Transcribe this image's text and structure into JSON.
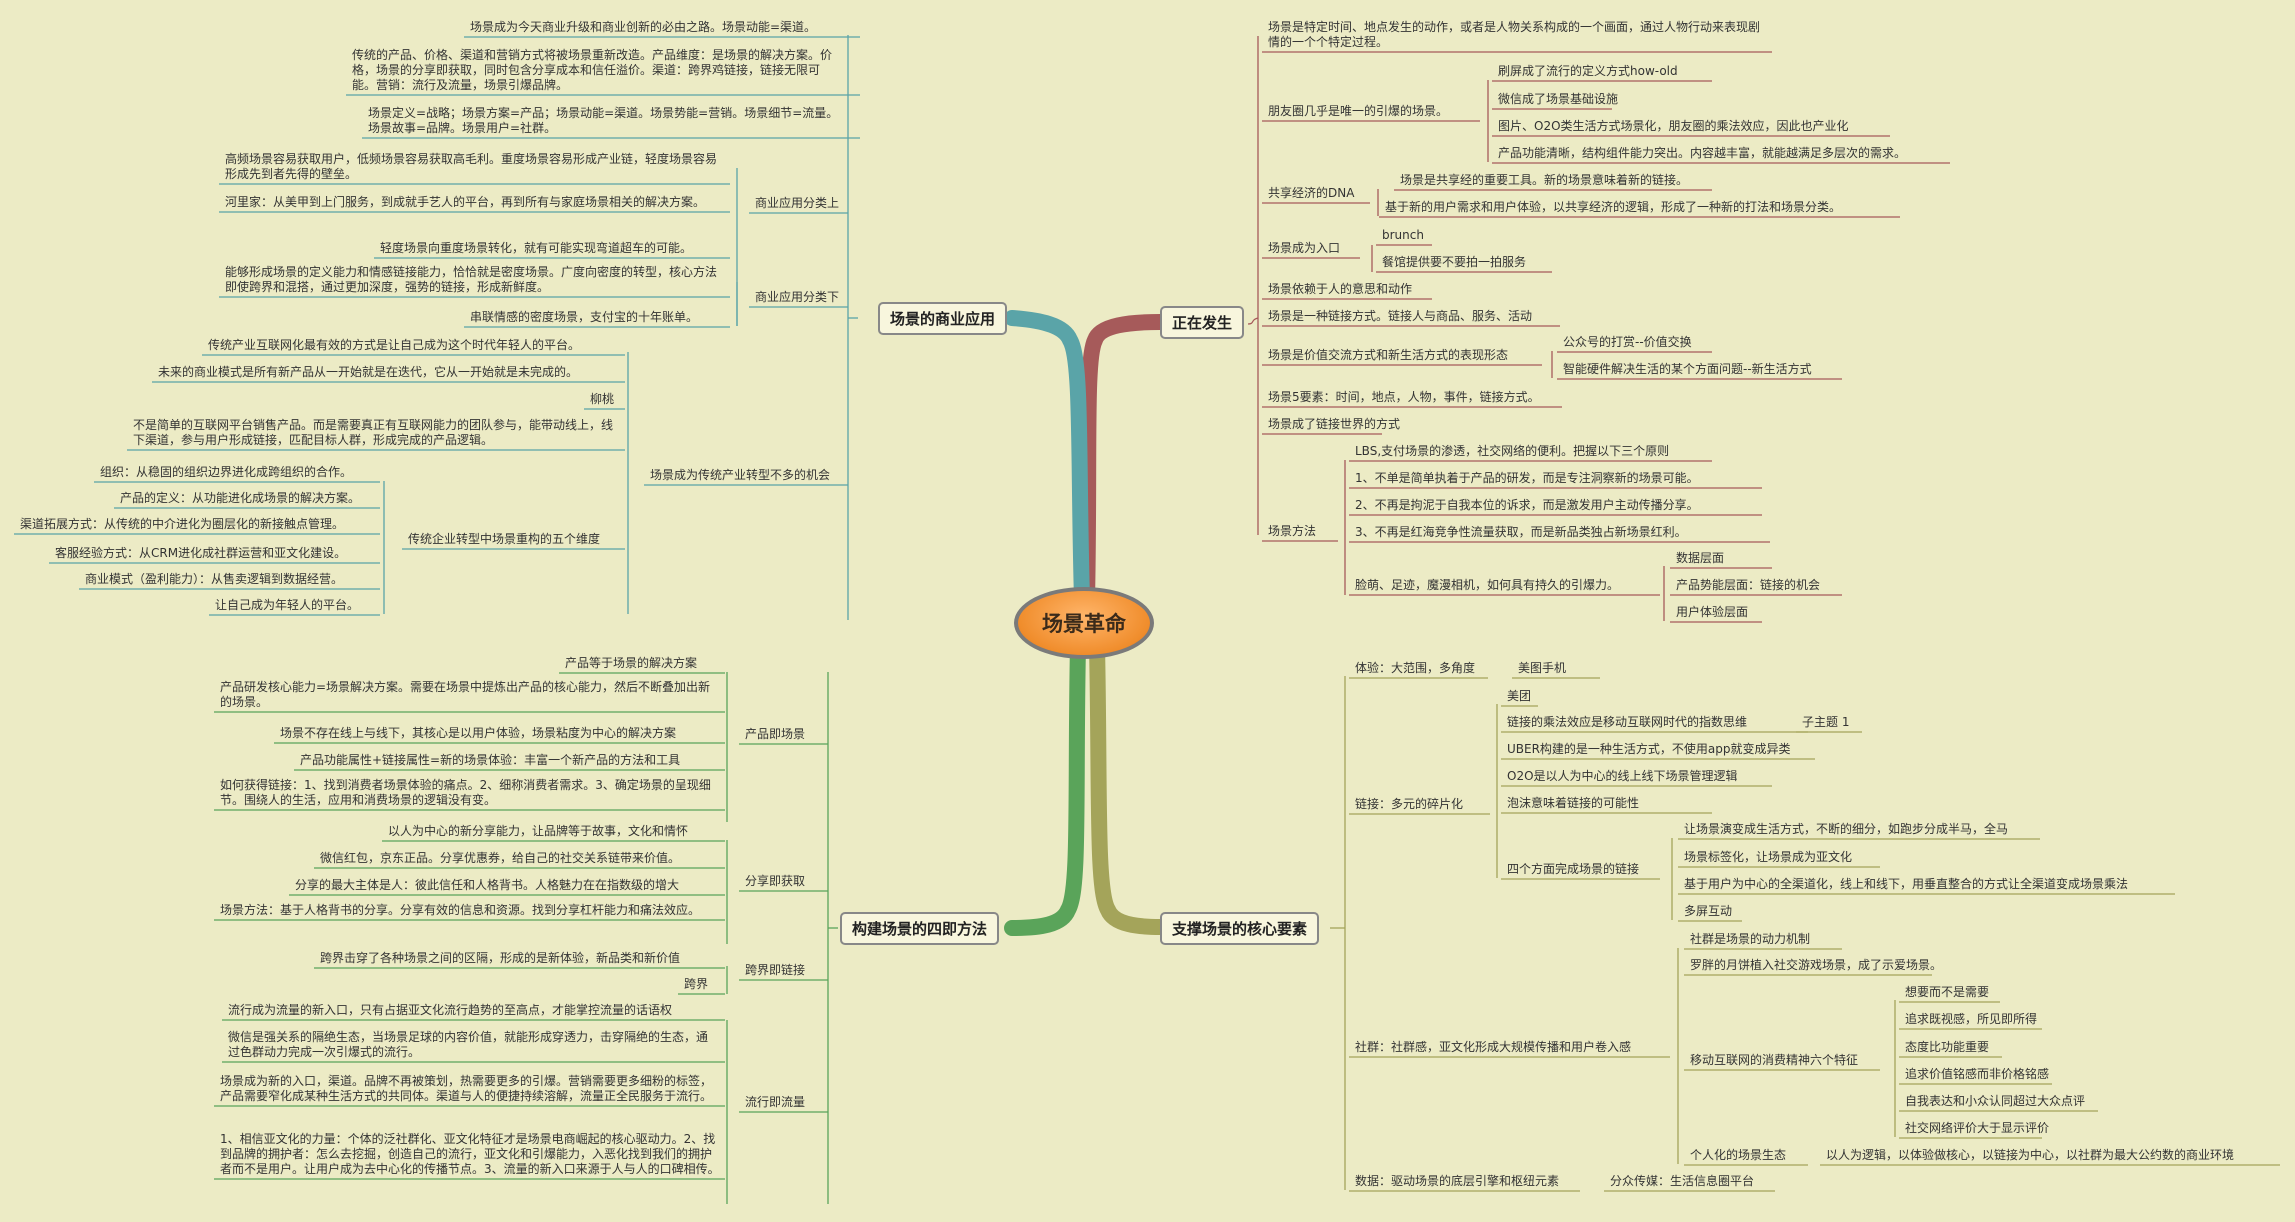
{
  "center": "场景革命",
  "colors": {
    "top_right": "#a65a5a",
    "bottom_right": "#a4a45a",
    "top_left": "#5aa4a8",
    "bottom_left": "#5aa45a",
    "background": "#ecebc5"
  },
  "branches": {
    "b1": "场景的商业应用",
    "b2": "正在发生",
    "b3": "构建场景的四即方法",
    "b4": "支撑场景的核心要素"
  },
  "tr": {
    "n1": "场景是特定时间、地点发生的动作，或者是人物关系构成的一个画面，通过人物行动来表现剧情的一个个特定过程。",
    "n2": "朋友圈几乎是唯一的引爆的场景。",
    "n2a": "刷屏成了流行的定义方式how-old",
    "n2b": "微信成了场景基础设施",
    "n2c": "图片、O2O类生活方式场景化，朋友圈的乘法效应，因此也产业化",
    "n2d": "产品功能清晰，结构组件能力突出。内容越丰富，就能越满足多层次的需求。",
    "n3": "共享经济的DNA",
    "n3a": "场景是共享经的重要工具。新的场景意味着新的链接。",
    "n3b": "基于新的用户需求和用户体验，以共享经济的逻辑，形成了一种新的打法和场景分类。",
    "n4": "场景成为入口",
    "n4a": "brunch",
    "n4b": "餐馆提供要不要拍一拍服务",
    "n5": "场景依赖于人的意思和动作",
    "n6": "场景是一种链接方式。链接人与商品、服务、活动",
    "n7": "场景是价值交流方式和新生活方式的表现形态",
    "n7a": "公众号的打赏--价值交换",
    "n7b": "智能硬件解决生活的某个方面问题--新生活方式",
    "n8": "场景5要素：时间，地点，人物，事件，链接方式。",
    "n9": "场景成了链接世界的方式",
    "n10": "场景方法",
    "n10a": "LBS,支付场景的渗透，社交网络的便利。把握以下三个原则",
    "n10b": "1、不单是简单执着于产品的研发，而是专注洞察新的场景可能。",
    "n10c": "2、不再是拘泥于自我本位的诉求，而是激发用户主动传播分享。",
    "n10d": "3、不再是红海竞争性流量获取，而是新品类独占新场景红利。",
    "n10e": "脸萌、足迹，魔漫相机，如何具有持久的引爆力。",
    "n10e1": "数据层面",
    "n10e2": "产品势能层面：链接的机会",
    "n10e3": "用户体验层面"
  },
  "tl": {
    "m1": "场景成为今天商业升级和商业创新的必由之路。场景动能=渠道。",
    "m2": "传统的产品、价格、渠道和营销方式将被场景重新改造。产品维度：是场景的解决方案。价格，场景的分享即获取，同时包含分享成本和信任溢价。渠道：跨界鸡链接，链接无限可能。营销：流行及流量，场景引爆品牌。",
    "m3": "场景定义=战略；场景方案=产品；场景动能=渠道。场景势能=营销。场景细节=流量。场景故事=品牌。场景用户=社群。",
    "m4": "高频场景容易获取用户，低频场景容易获取高毛利。重度场景容易形成产业链，轻度场景容易形成先到者先得的壁垒。",
    "m5": "河里家：从美甲到上门服务，到成就手艺人的平台，再到所有与家庭场景相关的解决方案。",
    "m6": "轻度场景向重度场景转化，就有可能实现弯道超车的可能。",
    "m7": "商业应用分类上",
    "m8": "能够形成场景的定义能力和情感链接能力，恰恰就是密度场景。广度向密度的转型，核心方法即使跨界和混搭，通过更加深度，强势的链接，形成新鲜度。",
    "m9": "串联情感的密度场景，支付宝的十年账单。",
    "m10": "商业应用分类下",
    "m11": "传统产业互联网化最有效的方式是让自己成为这个时代年轻人的平台。",
    "m12": "未来的商业模式是所有新产品从一开始就是在迭代，它从一开始就是未完成的。",
    "m13": "柳桃",
    "m14": "不是简单的互联网平台销售产品。而是需要真正有互联网能力的团队参与，能带动线上，线下渠道，参与用户形成链接，匹配目标人群，形成完成的产品逻辑。",
    "m15": "场景成为传统产业转型不多的机会",
    "m16": "组织：从稳固的组织边界进化成跨组织的合作。",
    "m17": "产品的定义：从功能进化成场景的解决方案。",
    "m18": "渠道拓展方式：从传统的中介进化为圈层化的新接触点管理。",
    "m19": "客服经验方式：从CRM进化成社群运营和亚文化建设。",
    "m20": "商业模式（盈利能力）：从售卖逻辑到数据经营。",
    "m21": "让自己成为年轻人的平台。",
    "m22": "传统企业转型中场景重构的五个维度"
  },
  "bl": {
    "p1": "产品等于场景的解决方案",
    "p2": "产品研发核心能力=场景解决方案。需要在场景中提炼出产品的核心能力，然后不断叠加出新的场景。",
    "p3": "场景不存在线上与线下，其核心是以用户体验，场景粘度为中心的解决方案",
    "p4": "产品功能属性+链接属性=新的场景体验：丰富一个新产品的方法和工具",
    "p5": "如何获得链接：1、找到消费者场景体验的痛点。2、细称消费者需求。3、确定场景的呈现细节。围绕人的生活，应用和消费场景的逻辑没有变。",
    "p6": "产品即场景",
    "q1": "以人为中心的新分享能力，让品牌等于故事，文化和情怀",
    "q2": "微信红包，京东正品。分享优惠券，给自己的社交关系链带来价值。",
    "q3": "分享的最大主体是人：彼此信任和人格背书。人格魅力在在指数级的增大",
    "q4": "场景方法：基于人格背书的分享。分享有效的信息和资源。找到分享杠杆能力和痛法效应。",
    "q5": "分享即获取",
    "r1": "跨界击穿了各种场景之间的区隔，形成的是新体验，新品类和新价值",
    "r2": "跨界",
    "r3": "跨界即链接",
    "s1": "流行成为流量的新入口，只有占据亚文化流行趋势的至高点，才能掌控流量的话语权",
    "s2": "微信是强关系的隔绝生态，当场景足球的内容价值，就能形成穿透力，击穿隔绝的生态，通过色群动力完成一次引爆式的流行。",
    "s3": "场景成为新的入口，渠道。品牌不再被策划，热需要更多的引爆。营销需要更多细粉的标签，产品需要窄化成某种生活方式的共同体。渠道与人的便捷持续溶解，流量正全民服务于流行。",
    "s4": "1、相信亚文化的力量：个体的泛社群化、亚文化特征才是场景电商崛起的核心驱动力。2、找到品牌的拥护者：怎么去挖掘，创造自己的流行，亚文化和引爆能力，入恶化找到我们的拥护者而不是用户。让用户成为去中心化的传播节点。3、流量的新入口来源于人与人的口碑相传。",
    "s5": "流行即流量"
  },
  "br": {
    "t1": "体验：大范围，多角度",
    "t1a": "美图手机",
    "t2": "链接：多元的碎片化",
    "t2a": "美团",
    "t2b": "链接的乘法效应是移动互联网时代的指数思维",
    "t2b1": "子主题 1",
    "t2c": "UBER构建的是一种生活方式，不使用app就变成异类",
    "t2d": "O2O是以人为中心的线上线下场景管理逻辑",
    "t2e": "泡沫意味着链接的可能性",
    "t2f": "四个方面完成场景的链接",
    "t2f1": "让场景演变成生活方式，不断的细分，如跑步分成半马，全马",
    "t2f2": "场景标签化，让场景成为亚文化",
    "t2f3": "基于用户为中心的全渠道化，线上和线下，用垂直整合的方式让全渠道变成场景乘法",
    "t2f4": "多屏互动",
    "t3": "社群：社群感，亚文化形成大规模传播和用户卷入感",
    "t3a": "社群是场景的动力机制",
    "t3b": "罗胖的月饼植入社交游戏场景，成了示爱场景。",
    "t3c": "移动互联网的消费精神六个特征",
    "t3c1": "想要而不是需要",
    "t3c2": "追求既视感，所见即所得",
    "t3c3": "态度比功能重要",
    "t3c4": "追求价值铭感而非价格铭感",
    "t3c5": "自我表达和小众认同超过大众点评",
    "t3c6": "社交网络评价大于显示评价",
    "t3d": "个人化的场景生态",
    "t3d1": "以人为逻辑，以体验做核心，以链接为中心，以社群为最大公约数的商业环境",
    "t4": "数据：驱动场景的底层引擎和枢纽元素",
    "t4a": "分众传媒：生活信息圈平台"
  }
}
